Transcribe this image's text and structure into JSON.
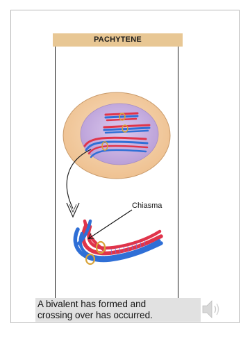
{
  "stage_title": "PACHYTENE",
  "label_chiasma": "Chiasma",
  "caption_line1": "A bivalent has formed and",
  "caption_line2": "crossing over has occurred.",
  "icons": {
    "audio": "speaker-icon"
  },
  "colors": {
    "header": "#e8c794",
    "cell": "#f0c9a0",
    "nucleus": "#c9b3e0",
    "chromosome_red": "#e0344a",
    "chromosome_blue": "#2f6fd6",
    "centromere": "#d9a43a",
    "caption_bg": "#e1e1e1"
  }
}
